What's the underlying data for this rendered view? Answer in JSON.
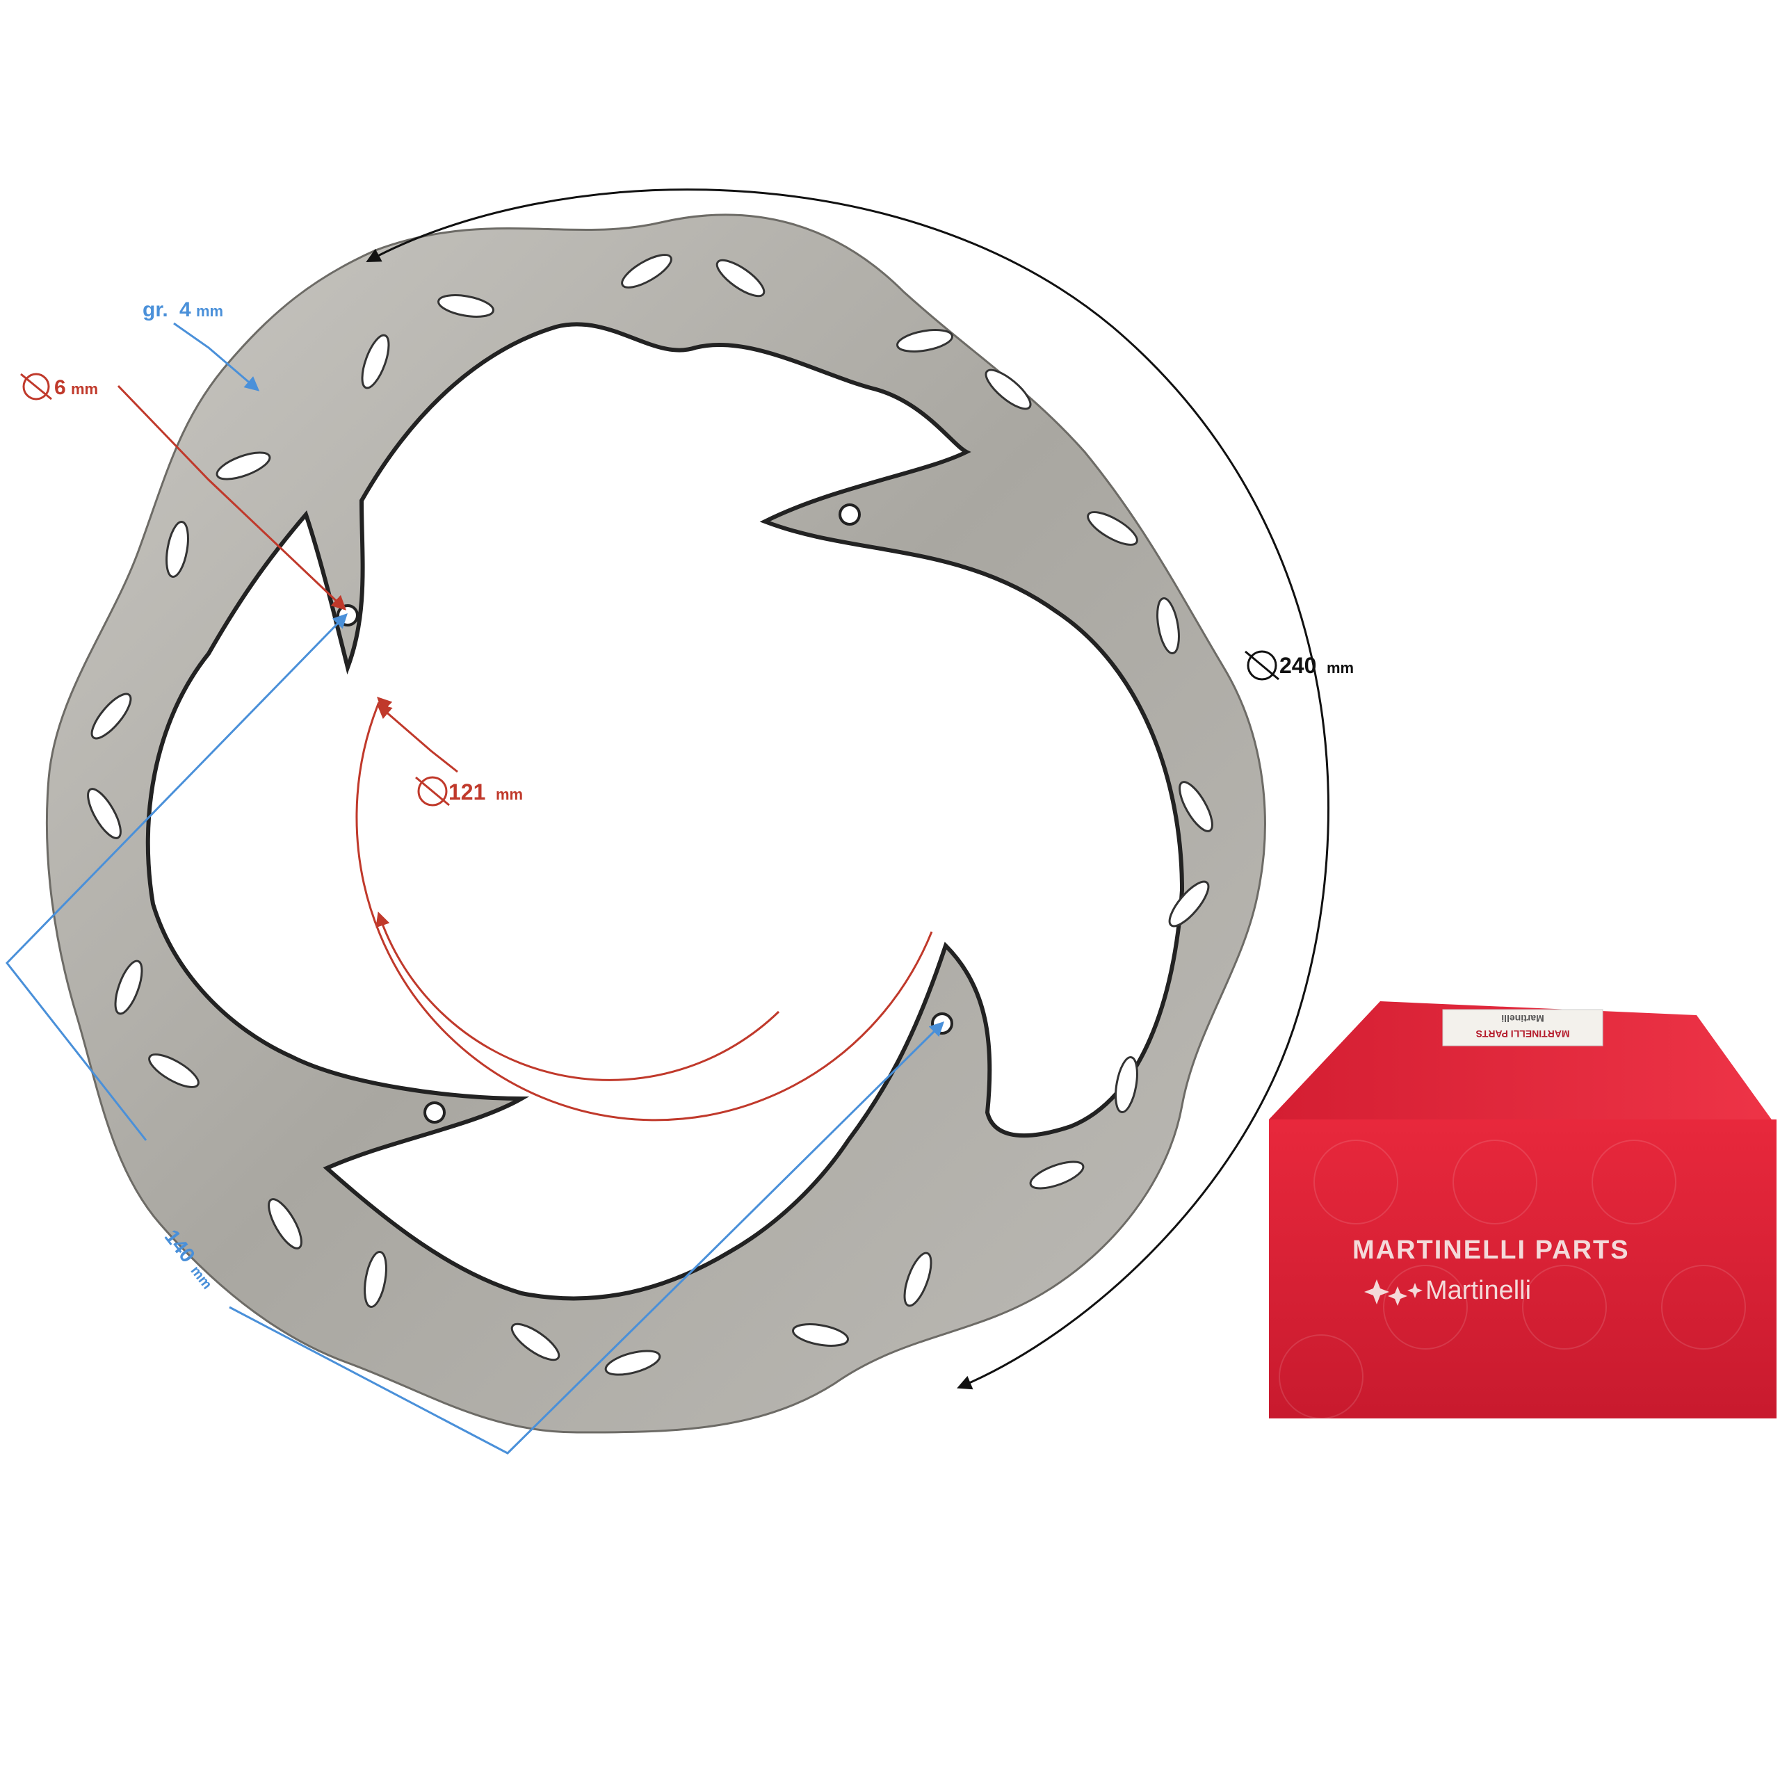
{
  "annotations": {
    "thickness": {
      "prefix": "gr.",
      "value": "4",
      "unit": "mm"
    },
    "bolt_hole": {
      "value": "6",
      "unit": "mm"
    },
    "inner_diameter": {
      "value": "121",
      "unit": "mm"
    },
    "outer_diameter": {
      "value": "240",
      "unit": "mm"
    },
    "bolt_spacing": {
      "value": "140",
      "unit": "mm"
    }
  },
  "box": {
    "line1": "MARTINELLI PARTS",
    "line2": "Martinelli",
    "sticker_line1": "MARTINELLI PARTS",
    "sticker_line2": "Martinelli"
  },
  "colors": {
    "red_annotation": "#c0392b",
    "blue_annotation": "#4a90d9",
    "black_annotation": "#111111",
    "disc_steel": "#b3b1ab",
    "box_red": "#e0263a"
  },
  "icons": [
    "diameter-icon",
    "arrow-icon",
    "sparkle-logo-icon"
  ]
}
